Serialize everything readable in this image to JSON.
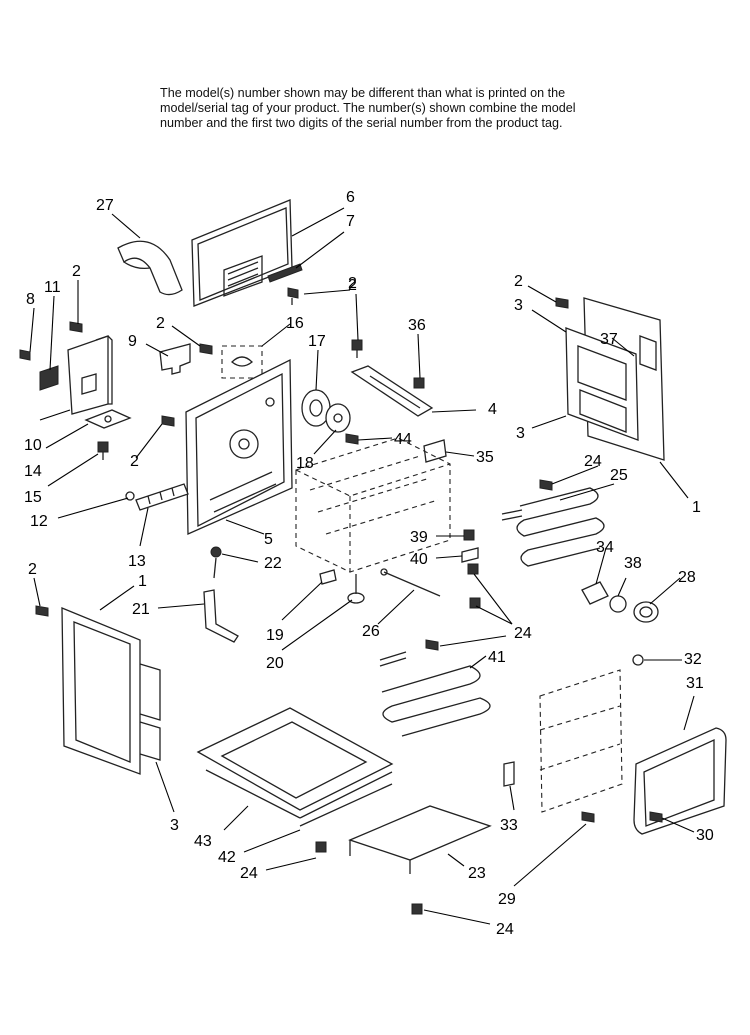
{
  "disclaimer": "The model(s) number shown may be different than what is printed on the\nmodel/serial tag of your product. The number(s) shown combine the model\nnumber and the first two digits of the serial number from the product tag.",
  "callouts": [
    {
      "id": "c27",
      "label": "27"
    },
    {
      "id": "c6",
      "label": "6"
    },
    {
      "id": "c7",
      "label": "7"
    },
    {
      "id": "c2a",
      "label": "2"
    },
    {
      "id": "c8",
      "label": "8"
    },
    {
      "id": "c11",
      "label": "11"
    },
    {
      "id": "c2b",
      "label": "2"
    },
    {
      "id": "c2c",
      "label": "2"
    },
    {
      "id": "c2d",
      "label": "2"
    },
    {
      "id": "c3a",
      "label": "3"
    },
    {
      "id": "c37",
      "label": "37"
    },
    {
      "id": "c36",
      "label": "36"
    },
    {
      "id": "c9",
      "label": "9"
    },
    {
      "id": "c16",
      "label": "16"
    },
    {
      "id": "c2e",
      "label": "2"
    },
    {
      "id": "c17",
      "label": "17"
    },
    {
      "id": "c4",
      "label": "4"
    },
    {
      "id": "c3b",
      "label": "3"
    },
    {
      "id": "c10",
      "label": "10"
    },
    {
      "id": "c14",
      "label": "14"
    },
    {
      "id": "c2f",
      "label": "2"
    },
    {
      "id": "c44",
      "label": "44"
    },
    {
      "id": "c18",
      "label": "18"
    },
    {
      "id": "c35",
      "label": "35"
    },
    {
      "id": "c15",
      "label": "15"
    },
    {
      "id": "c24a",
      "label": "24"
    },
    {
      "id": "c25",
      "label": "25"
    },
    {
      "id": "c1a",
      "label": "1"
    },
    {
      "id": "c12",
      "label": "12"
    },
    {
      "id": "c5",
      "label": "5"
    },
    {
      "id": "c39",
      "label": "39"
    },
    {
      "id": "c13",
      "label": "13"
    },
    {
      "id": "c22",
      "label": "22"
    },
    {
      "id": "c40",
      "label": "40"
    },
    {
      "id": "c34",
      "label": "34"
    },
    {
      "id": "c38",
      "label": "38"
    },
    {
      "id": "c28",
      "label": "28"
    },
    {
      "id": "c2g",
      "label": "2"
    },
    {
      "id": "c1b",
      "label": "1"
    },
    {
      "id": "c21",
      "label": "21"
    },
    {
      "id": "c26",
      "label": "26"
    },
    {
      "id": "c24b",
      "label": "24"
    },
    {
      "id": "c19",
      "label": "19"
    },
    {
      "id": "c20",
      "label": "20"
    },
    {
      "id": "c41",
      "label": "41"
    },
    {
      "id": "c32",
      "label": "32"
    },
    {
      "id": "c31",
      "label": "31"
    },
    {
      "id": "c3c",
      "label": "3"
    },
    {
      "id": "c43",
      "label": "43"
    },
    {
      "id": "c33",
      "label": "33"
    },
    {
      "id": "c30",
      "label": "30"
    },
    {
      "id": "c42",
      "label": "42"
    },
    {
      "id": "c23",
      "label": "23"
    },
    {
      "id": "c24c",
      "label": "24"
    },
    {
      "id": "c29",
      "label": "29"
    },
    {
      "id": "c24d",
      "label": "24"
    }
  ]
}
